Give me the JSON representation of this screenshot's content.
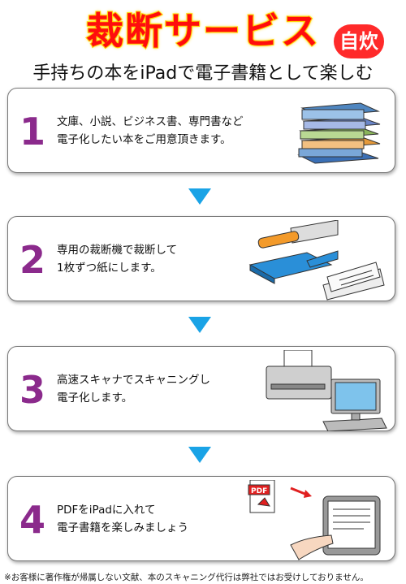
{
  "header": {
    "title": "裁断サービス",
    "badge": "自炊",
    "subtitle": "手持ちの本をiPadで電子書籍として楽しむ"
  },
  "steps": [
    {
      "number": "1",
      "line1": "文庫、小説、ビジネス書、専門書など",
      "line2": "電子化したい本をご用意頂きます。"
    },
    {
      "number": "2",
      "line1": "専用の裁断機で裁断して",
      "line2": "1枚ずつ紙にします。"
    },
    {
      "number": "3",
      "line1": "高速スキャナでスキャニングし",
      "line2": "電子化します。"
    },
    {
      "number": "4",
      "line1": "PDFをiPadに入れて",
      "line2": "電子書籍を楽しみましょう"
    }
  ],
  "pdf_label": "PDF",
  "footnote": "※お客様に著作権が帰属しない文献、本のスキャニング代行は弊社ではお受けしておりません。",
  "colors": {
    "title": "#ff0d0d",
    "title_outline": "#ffd400",
    "number": "#8b2a8c",
    "arrow": "#1aa3e6",
    "badge": "#ff2a2a"
  }
}
